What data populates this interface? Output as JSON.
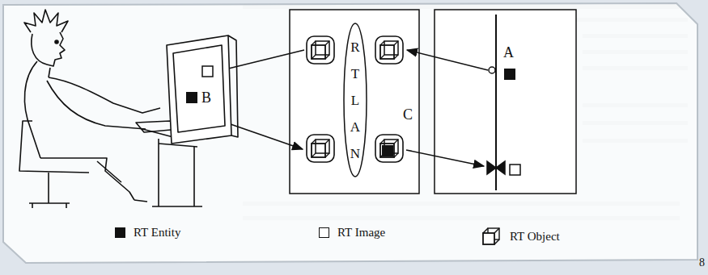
{
  "diagram": {
    "nodes": [
      {
        "text": [
          "RTLAN"
        ]
      }
    ],
    "labels": [
      "A",
      "B",
      "C",
      "8"
    ],
    "legend": [
      {
        "text": "RT Entity",
        "color": "#111111"
      },
      {
        "text": "RT Image",
        "color": "#ffffff"
      },
      {
        "text": "RT Object"
      }
    ]
  }
}
